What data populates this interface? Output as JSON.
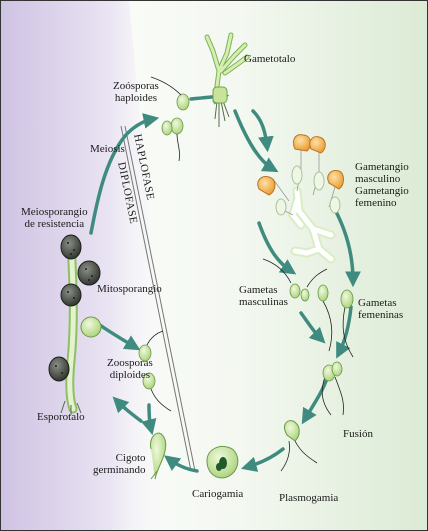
{
  "labels": {
    "gametotalo": "Gametotalo",
    "zoosporas_haploides": "Zoósporas\nhaploides",
    "meiosis": "Meiosis",
    "haplofase": "HAPLOFASE",
    "diplofase": "DIPLOFASE",
    "meiosporangio": "Meiosporangio\nde resistencia",
    "gametangio_masculino": "Gametangio\nmasculino",
    "gametangio_femenino": "Gametangio\nfemenino",
    "mitosporangio": "Mitosporangio",
    "gametas_masculinas": "Gametas\nmasculinas",
    "gametas_femeninas": "Gametas\nfemeninas",
    "zoosporas_diploides": "Zoosporas\ndiploides",
    "esporotalo": "Esporotalo",
    "fusion": "Fusión",
    "cigoto_germinando": "Cigoto\ngerminando",
    "cariogamia": "Cariogamia",
    "plasmogamia": "Plasmogamia"
  },
  "colors": {
    "haplophase_background": "#e2efdc",
    "diplophase_background": "#ddd3ea",
    "arrow": "#3f8b80",
    "gametangium_male": "#f0a63a",
    "organism_green": "#c9e49a",
    "sporangium_dark": "#3a3f38"
  }
}
